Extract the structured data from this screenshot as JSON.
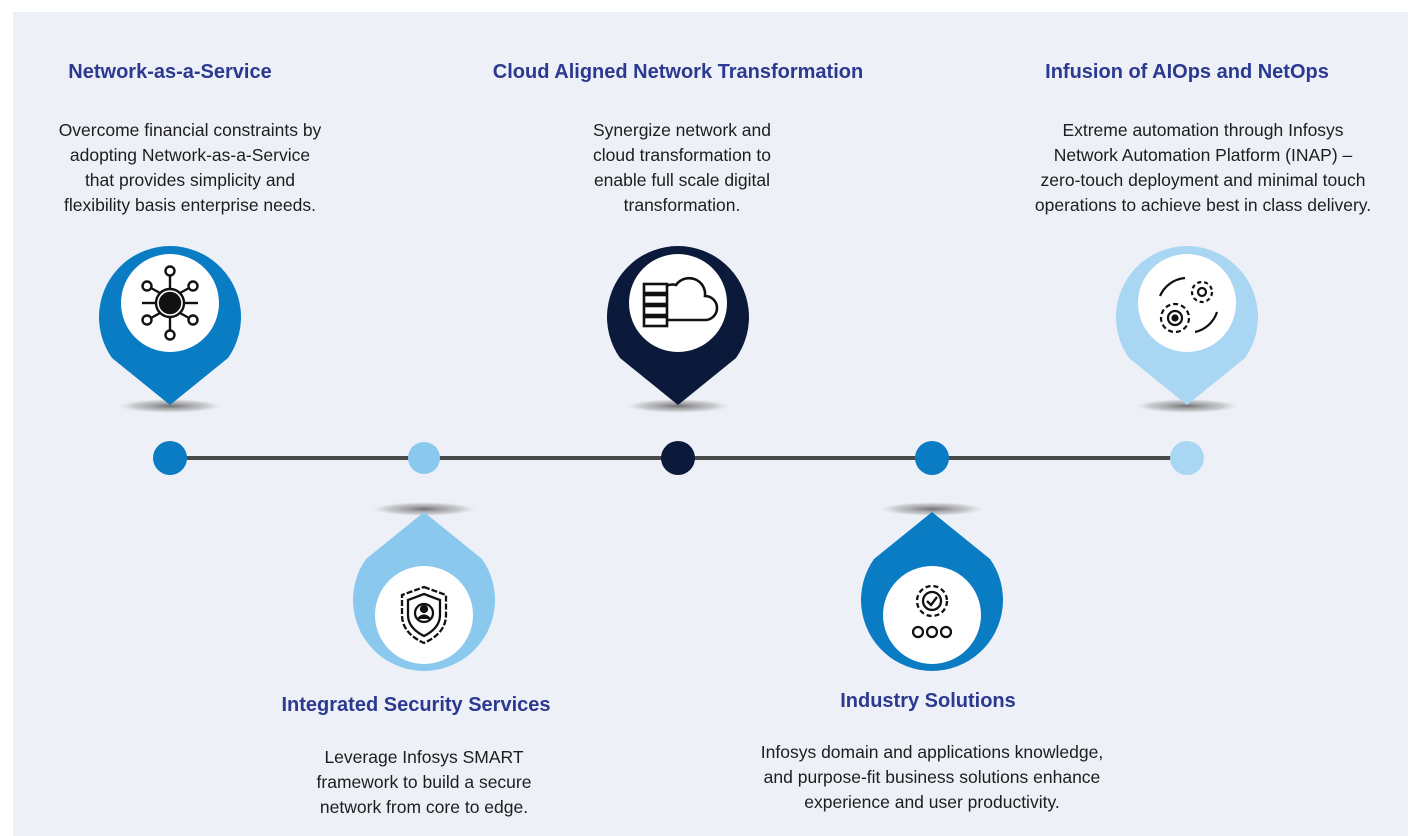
{
  "items": [
    {
      "title": "Network-as-a-Service",
      "lines": [
        "Overcome financial constraints by",
        "adopting Network-as-a-Service",
        "that provides simplicity and",
        "flexibility basis enterprise needs."
      ],
      "icon": "network-hub-icon",
      "color": "#0a7cc4"
    },
    {
      "title": "Integrated Security Services",
      "lines": [
        "Leverage Infosys SMART",
        "framework to build a secure",
        "network from core to edge."
      ],
      "icon": "shield-gear-user-icon",
      "color": "#8bc8ee"
    },
    {
      "title": "Cloud Aligned Network Transformation",
      "lines": [
        "Synergize network and",
        "cloud transformation to",
        "enable full scale digital",
        "transformation."
      ],
      "icon": "server-cloud-icon",
      "color": "#0b1a3a"
    },
    {
      "title": "Industry Solutions",
      "lines": [
        "Infosys domain and applications knowledge,",
        "and purpose-fit business solutions enhance",
        "experience and user productivity."
      ],
      "icon": "gear-check-people-icon",
      "color": "#0a7cc4"
    },
    {
      "title": "Infusion of AIOps and NetOps",
      "lines": [
        "Extreme automation through Infosys",
        "Network Automation Platform (INAP) –",
        "zero-touch deployment and minimal touch",
        "operations to achieve best in class delivery."
      ],
      "icon": "gears-automation-icon",
      "color": "#a9d6f2"
    }
  ],
  "colors": {
    "background": "#edf0f7",
    "title": "#2b3990",
    "body_text": "#1d1d1d",
    "timeline_line": "#4a4a4a",
    "icon_stroke": "#111111"
  }
}
